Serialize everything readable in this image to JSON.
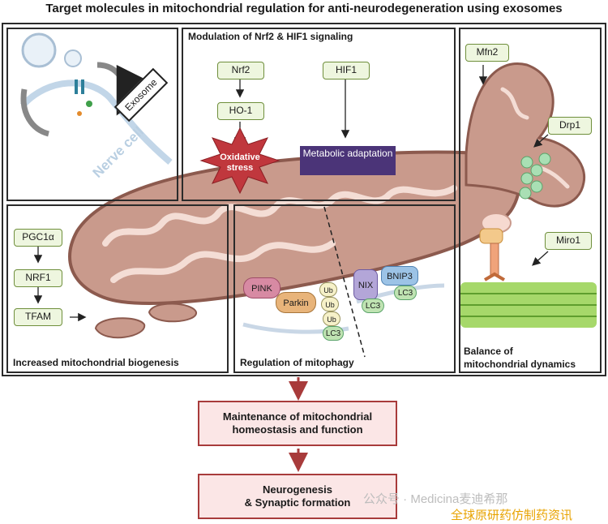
{
  "title": "Target molecules in mitochondrial regulation for anti-neurodegeneration using exosomes",
  "panels": {
    "nrf2_hif1": {
      "title": "Modulation of Nrf2 & HIF1 signaling",
      "nrf2": "Nrf2",
      "ho1": "HO-1",
      "hif1": "HIF1",
      "oxidative_stress": "Oxidative stress",
      "metabolic_adaptation": "Metabolic adaptation"
    },
    "exosome": {
      "exosome_label": "Exosome",
      "nerve_cell_label": "Nerve cell"
    },
    "biogenesis": {
      "title": "Increased mitochondrial biogenesis",
      "pgc1a": "PGC1α",
      "nrf1": "NRF1",
      "tfam": "TFAM"
    },
    "mitophagy": {
      "title": "Regulation of mitophagy",
      "pink": "PINK",
      "parkin": "Parkin",
      "ub": "Ub",
      "lc3": "LC3",
      "nix": "NIX",
      "bnip3": "BNIP3"
    },
    "dynamics": {
      "title_line1": "Balance of",
      "title_line2": "mitochondrial dynamics",
      "mfn2": "Mfn2",
      "drp1": "Drp1",
      "miro1": "Miro1"
    }
  },
  "outcomes": {
    "maintenance": "Maintenance of mitochondrial homeostasis and function",
    "neurogenesis_line1": "Neurogenesis",
    "neurogenesis_line2": "& Synaptic formation"
  },
  "watermark": {
    "text1": "公众号 · Medicina麦迪希那",
    "text2": "全球原研药仿制药资讯"
  },
  "colors": {
    "mito_fill": "#c99a8c",
    "mito_stroke": "#8c5a4e",
    "outcome_border": "#a83b3b",
    "gene_box_border": "#6f8f3c",
    "oxidative_star": "#c0373d",
    "metabolic_box": "#4b3478"
  }
}
